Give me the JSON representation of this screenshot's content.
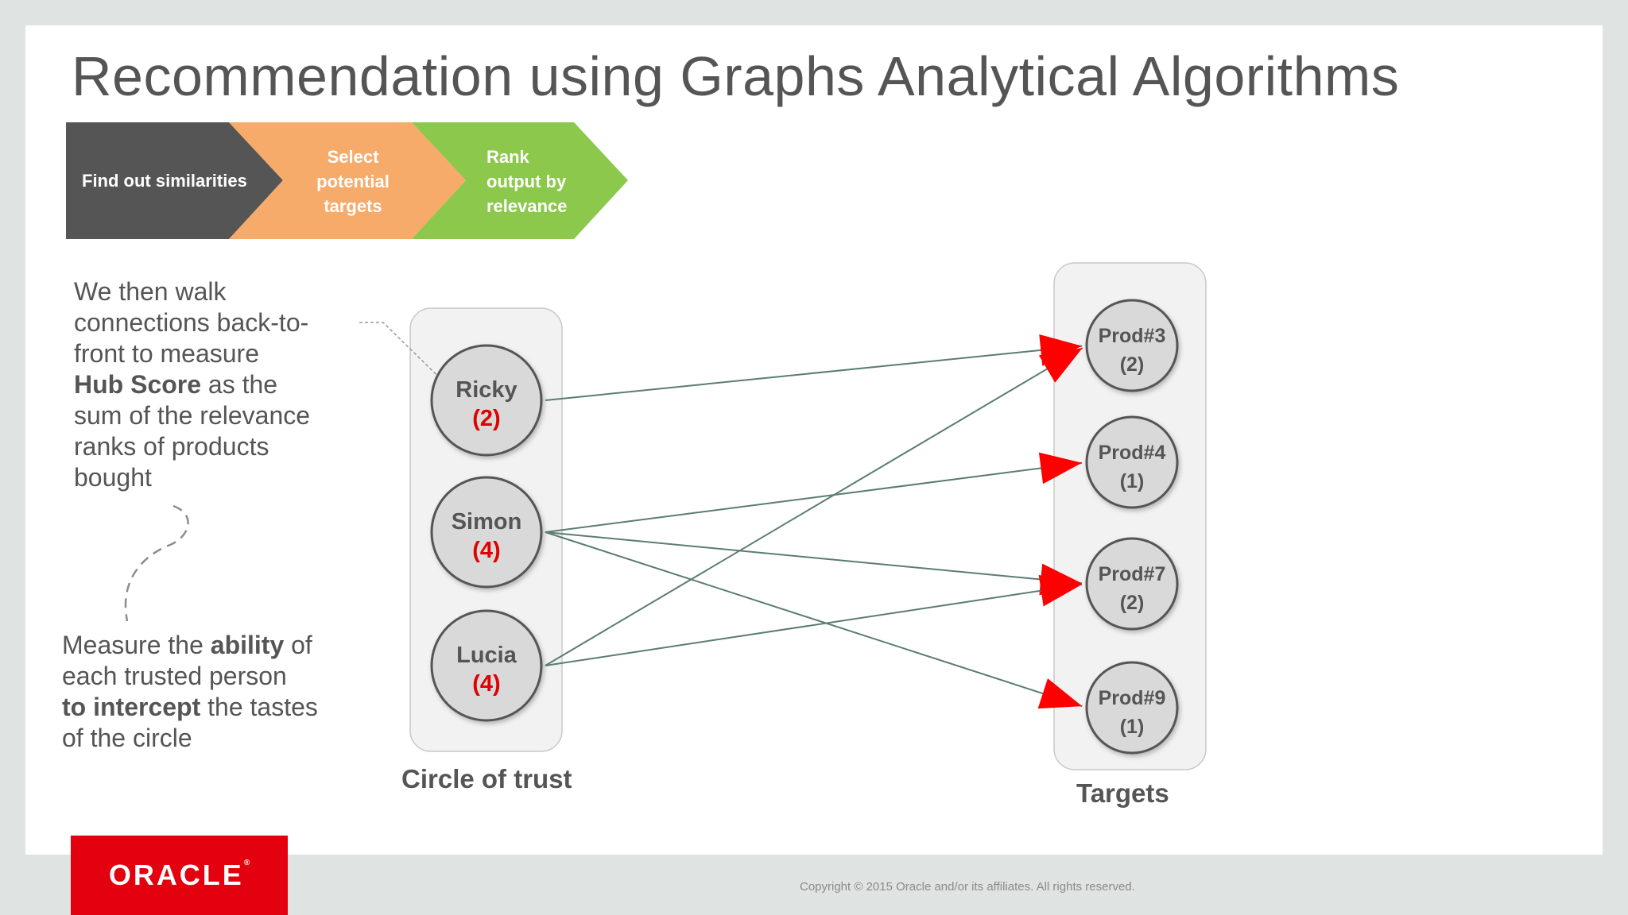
{
  "title": "Recommendation using Graphs Analytical Algorithms",
  "steps": [
    {
      "lines": [
        "Find out similarities"
      ],
      "color": "#555555"
    },
    {
      "lines": [
        "Select",
        "potential",
        "targets"
      ],
      "color": "#f6ab6b"
    },
    {
      "lines": [
        "Rank",
        "output by",
        "relevance"
      ],
      "color": "#8bc84b"
    }
  ],
  "paragraph1": {
    "lines": [
      [
        {
          "t": "We then walk",
          "b": false
        }
      ],
      [
        {
          "t": "connections back-to-",
          "b": false
        }
      ],
      [
        {
          "t": "front to measure",
          "b": false
        }
      ],
      [
        {
          "t": "Hub Score",
          "b": true
        },
        {
          "t": " as the",
          "b": false
        }
      ],
      [
        {
          "t": "sum of the relevance",
          "b": false
        }
      ],
      [
        {
          "t": "ranks of products",
          "b": false
        }
      ],
      [
        {
          "t": "bought",
          "b": false
        }
      ]
    ]
  },
  "paragraph2": {
    "lines": [
      [
        {
          "t": "Measure the ",
          "b": false
        },
        {
          "t": "ability",
          "b": true
        },
        {
          "t": " of",
          "b": false
        }
      ],
      [
        {
          "t": "each trusted person",
          "b": false
        }
      ],
      [
        {
          "t": "to intercept",
          "b": true
        },
        {
          "t": " the tastes",
          "b": false
        }
      ],
      [
        {
          "t": "of the circle",
          "b": false
        }
      ]
    ]
  },
  "circle_of_trust": {
    "label": "Circle of trust",
    "people": [
      {
        "name": "Ricky",
        "score": "(2)"
      },
      {
        "name": "Simon",
        "score": "(4)"
      },
      {
        "name": "Lucia",
        "score": "(4)"
      }
    ]
  },
  "targets": {
    "label": "Targets",
    "products": [
      {
        "name": "Prod#3",
        "score": "(2)"
      },
      {
        "name": "Prod#4",
        "score": "(1)"
      },
      {
        "name": "Prod#7",
        "score": "(2)"
      },
      {
        "name": "Prod#9",
        "score": "(1)"
      }
    ]
  },
  "edges": [
    {
      "from": "Ricky",
      "to": "Prod#3"
    },
    {
      "from": "Simon",
      "to": "Prod#4"
    },
    {
      "from": "Simon",
      "to": "Prod#7"
    },
    {
      "from": "Simon",
      "to": "Prod#9"
    },
    {
      "from": "Lucia",
      "to": "Prod#3"
    },
    {
      "from": "Lucia",
      "to": "Prod#7"
    }
  ],
  "colors": {
    "node_fill": "#d9d9d9",
    "node_stroke": "#555555",
    "score_red": "#e00000",
    "edge": "#5b7c74",
    "arrowhead": "#ff0000",
    "panel": "#f2f2f2"
  },
  "logo": {
    "text": "ORACLE",
    "mark": "®"
  },
  "copyright": "Copyright © 2015 Oracle and/or its affiliates. All rights reserved."
}
